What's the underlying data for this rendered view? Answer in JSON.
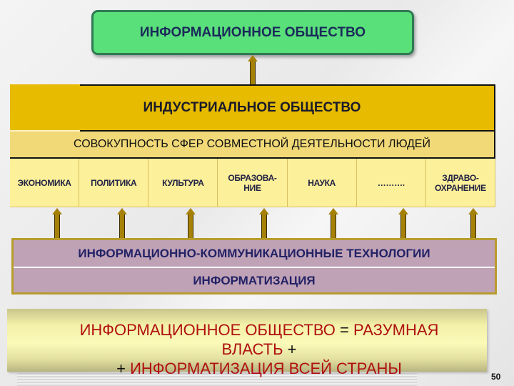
{
  "top": {
    "title": "ИНФОРМАЦИОННОЕ ОБЩЕСТВО"
  },
  "industrial": {
    "title": "ИНДУСТРИАЛЬНОЕ ОБЩЕСТВО",
    "subtitle": "СОВОКУПНОСТЬ СФЕР СОВМЕСТНОЙ ДЕЯТЕЛЬНОСТИ ЛЮДЕЙ",
    "spheres": [
      {
        "line1": "ЭКОНОМИКА",
        "line2": ""
      },
      {
        "line1": "ПОЛИТИКА",
        "line2": ""
      },
      {
        "line1": "КУЛЬТУРА",
        "line2": ""
      },
      {
        "line1": "ОБРАЗОВА-",
        "line2": "НИЕ"
      },
      {
        "line1": "НАУКА",
        "line2": ""
      },
      {
        "line1": "……….",
        "line2": ""
      },
      {
        "line1": "ЗДРАВО-",
        "line2": "ОХРАНЕНИЕ"
      }
    ]
  },
  "ict": {
    "row1": "ИНФОРМАЦИОННО-КОММУНИКАЦИОННЫЕ ТЕХНОЛОГИИ",
    "row2": "ИНФОРМАТИЗАЦИЯ"
  },
  "formula": {
    "part1": "ИНФОРМАЦИОННОЕ ОБЩЕСТВО",
    "eq": " = ",
    "part2": "РАЗУМНАЯ",
    "part3": "ВЛАСТЬ",
    "plus1": " +",
    "plus2": "+ ",
    "part4": "ИНФОРМАТИЗАЦИЯ ВСЕЙ СТРАНЫ"
  },
  "page_number": "50",
  "colors": {
    "top_box": "#5ae07a",
    "industrial": "#e6bb00",
    "subtitle_band": "#f1d978",
    "spheres": "#fdf09a",
    "ict": "#c0a2b6",
    "arrows": "#a58207",
    "formula_text": "#b01010"
  }
}
